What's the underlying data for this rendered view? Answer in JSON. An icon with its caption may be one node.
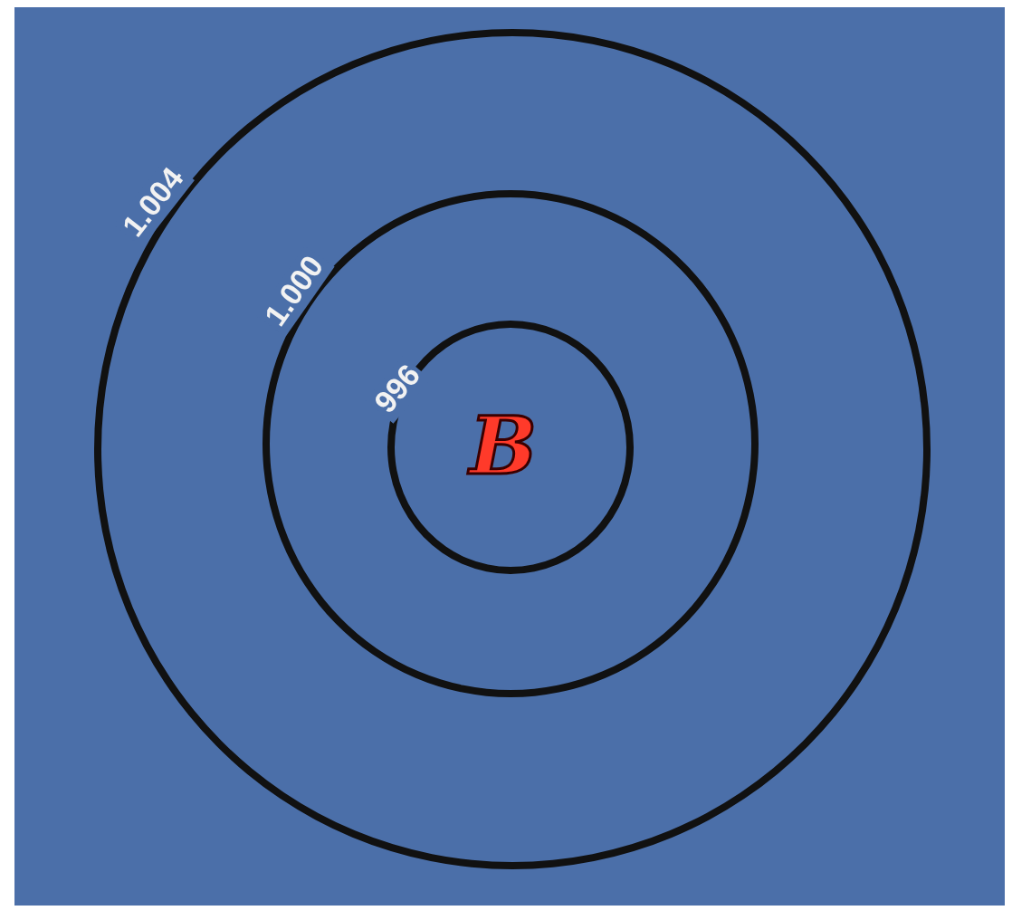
{
  "diagram": {
    "nodes": [
      {
        "text": [
          "1.004"
        ]
      },
      {
        "text": [
          "1.000"
        ],
        "in": 0
      },
      {
        "text": [
          "996"
        ],
        "in": 1
      }
    ],
    "labels": [
      "B"
    ]
  }
}
